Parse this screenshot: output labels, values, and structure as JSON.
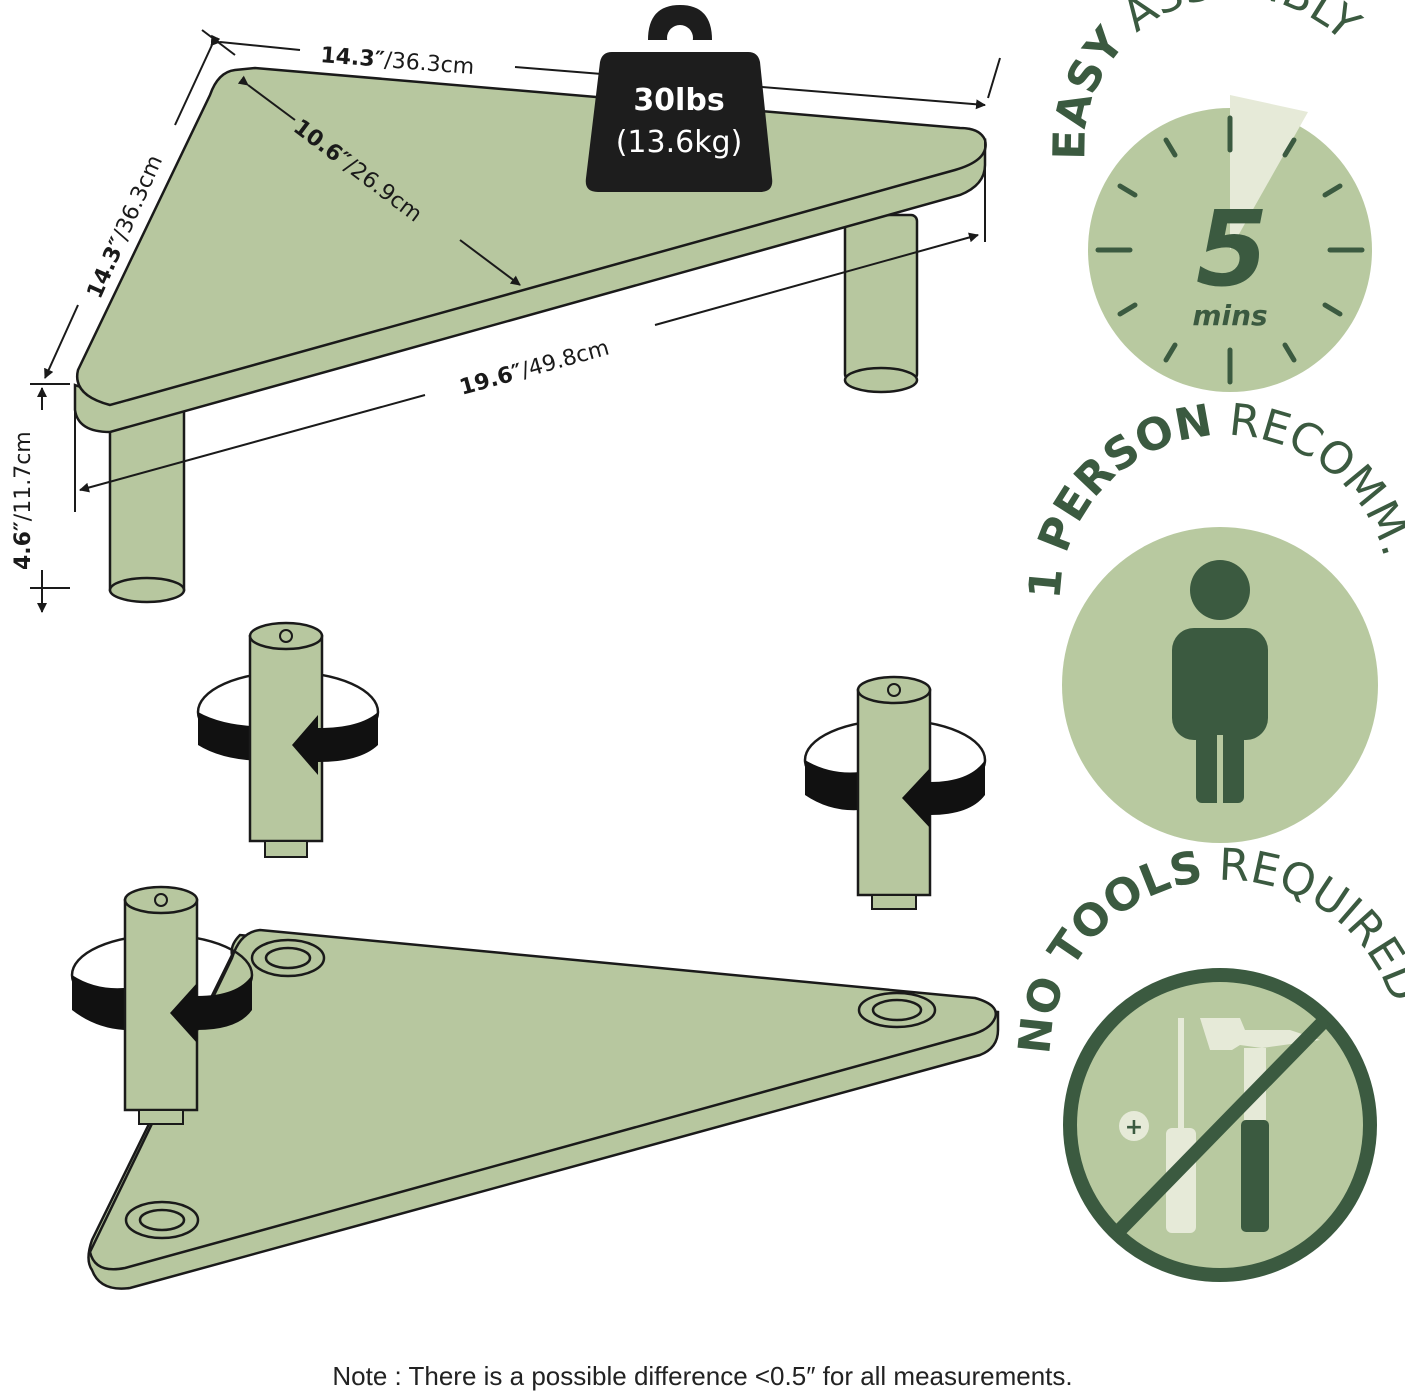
{
  "dimensions": {
    "top_edge": {
      "in": "14.3″",
      "cm": "/36.3cm"
    },
    "left_edge": {
      "in": "14.3″",
      "cm": "/36.3cm"
    },
    "depth": {
      "in": "10.6″",
      "cm": "/26.9cm"
    },
    "front_edge": {
      "in": "19.6″",
      "cm": "/49.8cm"
    },
    "height": {
      "in": "4.6″",
      "cm": "/11.7cm"
    }
  },
  "weight_tag": {
    "line1": "30lbs",
    "line2": "(13.6kg)"
  },
  "badges": {
    "assembly": {
      "bold": "EASY",
      "regular": " ASSEMBLY",
      "number": "5",
      "unit": "mins"
    },
    "person": {
      "bold": "1 PERSON",
      "regular": " RECOMM."
    },
    "tools": {
      "bold": "NO TOOLS",
      "regular": " REQUIRED"
    }
  },
  "note": "Note : There is a possible difference <0.5″ for all measurements.",
  "colors": {
    "sage": "#b7c79f",
    "sage_dark_outline": "#1a1a1a",
    "badge_fill": "#b8c9a0",
    "badge_dark": "#3b5a40",
    "weight_tag": "#1d1d1d"
  },
  "icons": [
    "weight-icon",
    "clock-icon",
    "person-icon",
    "screwdriver-icon",
    "hammer-icon",
    "rotate-arrow-icon"
  ]
}
